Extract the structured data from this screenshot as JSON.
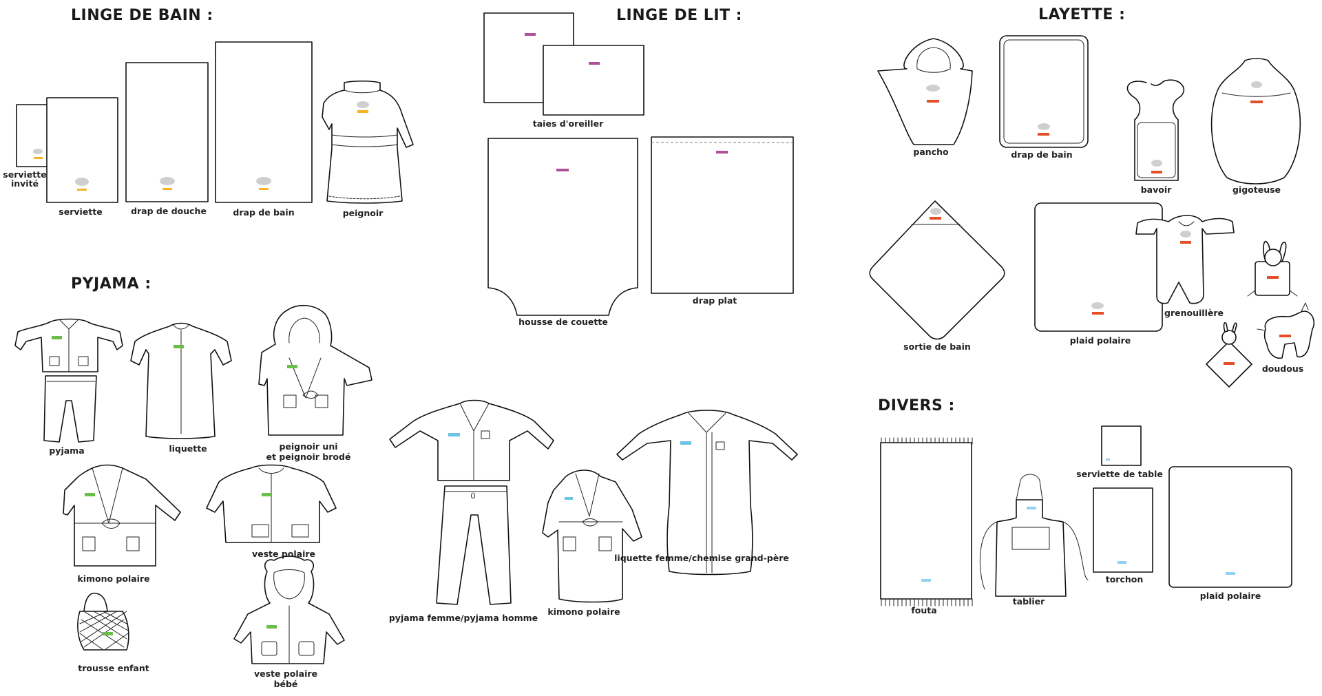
{
  "colors": {
    "bain": "#f5b325",
    "lit": "#b04f98",
    "pyjama": "#6abf4b",
    "adulte": "#6cc3e6",
    "layette": "#e2502a",
    "divers": "#8fd3f0",
    "logo_spot": "#cfcfcf"
  },
  "sections": {
    "bain": "LINGE DE BAIN :",
    "lit": "LINGE DE LIT :",
    "layette": "LAYETTE :",
    "pyjama": "PYJAMA :",
    "divers": "DIVERS :"
  },
  "labels": {
    "serviette_invite": "serviette\ninvité",
    "serviette": "serviette",
    "drap_douche": "drap de douche",
    "drap_bain": "drap de bain",
    "peignoir": "peignoir",
    "taies": "taies d'oreiller",
    "housse": "housse de couette",
    "drap_plat": "drap plat",
    "pancho": "pancho",
    "drap_bain_bebe": "drap de bain",
    "bavoir": "bavoir",
    "gigoteuse": "gigoteuse",
    "sortie_bain": "sortie de bain",
    "plaid_bebe": "plaid polaire",
    "grenouillere": "grenouillère",
    "doudous": "doudous",
    "pyjama": "pyjama",
    "liquette": "liquette",
    "peignoir_uni": "peignoir uni\net peignoir brodé",
    "kimono": "kimono polaire",
    "veste": "veste polaire",
    "trousse": "trousse enfant",
    "veste_bebe": "veste polaire\nbébé",
    "pyjama_adulte": "pyjama femme/pyjama homme",
    "kimono_adulte": "kimono polaire",
    "liquette_femme": "liquette femme/chemise grand-père",
    "fouta": "fouta",
    "tablier": "tablier",
    "serviette_table": "serviette de table",
    "torchon": "torchon",
    "plaid_divers": "plaid polaire"
  }
}
